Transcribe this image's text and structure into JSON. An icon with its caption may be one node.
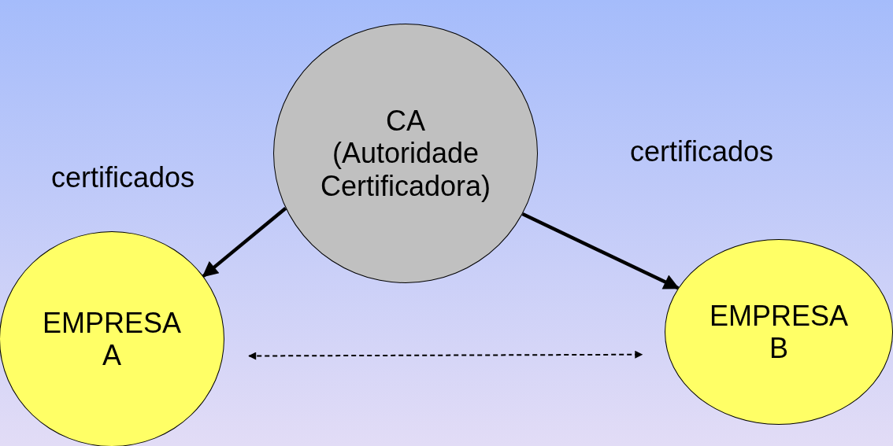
{
  "diagram": {
    "nodes": [
      {
        "text": [
          "CA (Autoridade Certificadora)"
        ]
      },
      {
        "text": [
          "EMPRESA A"
        ]
      },
      {
        "text": [
          "EMPRESA B"
        ]
      }
    ],
    "edges": [
      {
        "from": 0,
        "to": 1,
        "arrow": "to",
        "label": "certificados"
      },
      {
        "from": 0,
        "to": 2,
        "arrow": "to",
        "label": "certificados"
      },
      {
        "from": 1,
        "to": 2,
        "arrow": "both",
        "style": "dashed"
      }
    ]
  }
}
